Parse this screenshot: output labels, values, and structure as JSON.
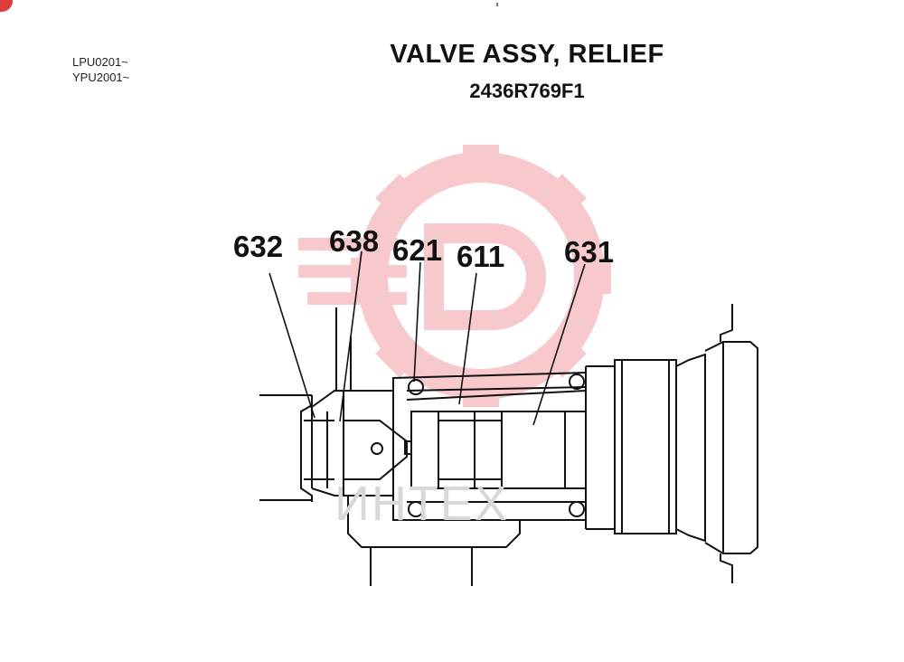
{
  "serials": [
    "LPU0201~",
    "YPU2001~"
  ],
  "title": "VALVE ASSY, RELIEF",
  "part_number": "2436R769F1",
  "callouts": {
    "c632": "632",
    "c638": "638",
    "c621": "621",
    "c611": "611",
    "c631": "631"
  },
  "watermark": {
    "text": "ИНТЕХ",
    "color": "#f5b8bd"
  }
}
